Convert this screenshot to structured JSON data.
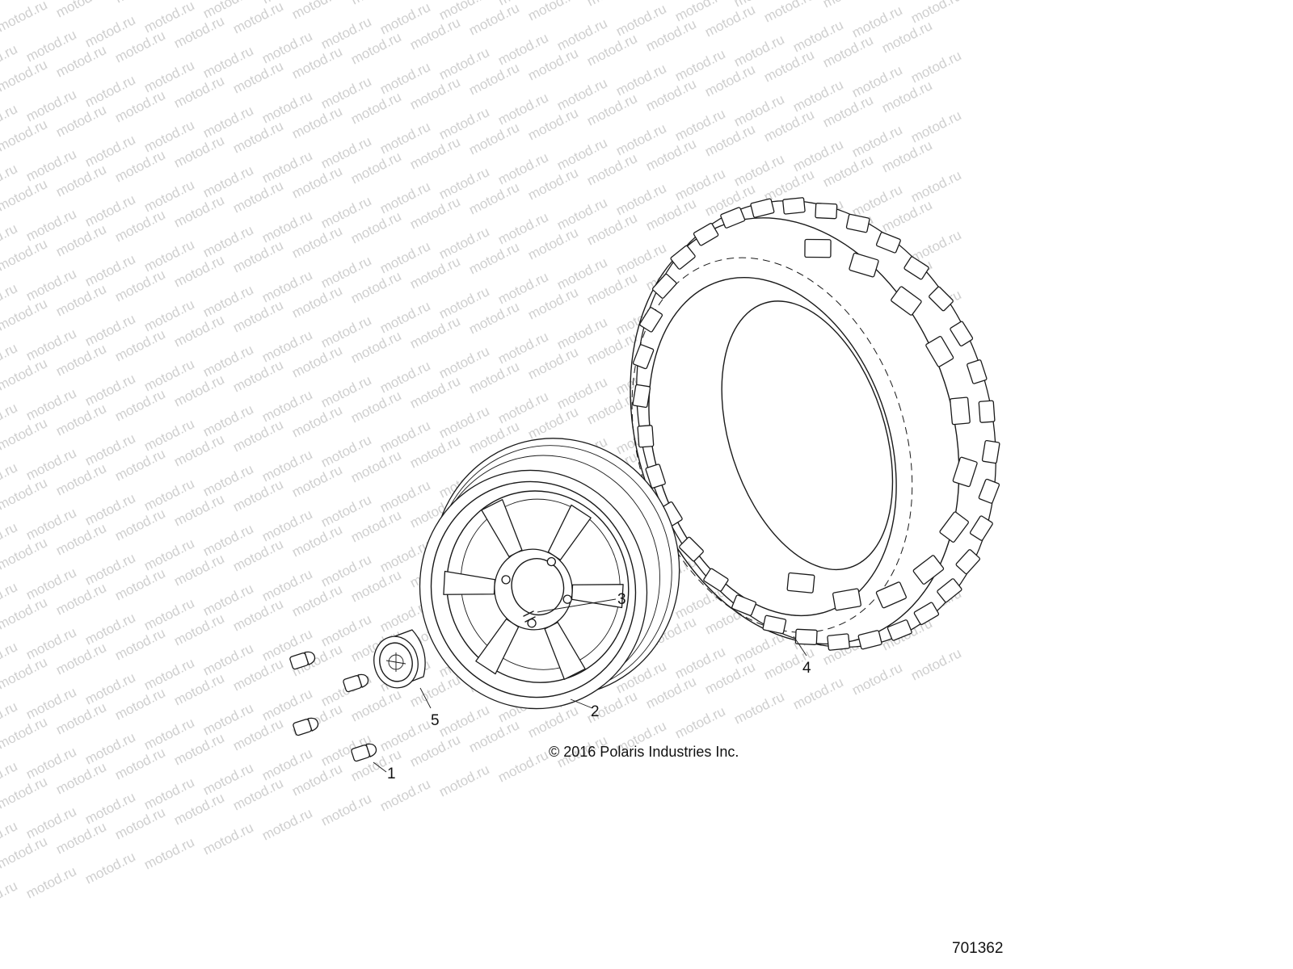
{
  "watermark": {
    "text": "motod.ru",
    "color": "#cfcfcf"
  },
  "callouts": [
    {
      "id": "1",
      "label": "1",
      "part": "lug-nut"
    },
    {
      "id": "2",
      "label": "2",
      "part": "wheel-rim"
    },
    {
      "id": "3",
      "label": "3",
      "part": "valve-stem"
    },
    {
      "id": "4",
      "label": "4",
      "part": "tire"
    },
    {
      "id": "5",
      "label": "5",
      "part": "center-hub-cap"
    }
  ],
  "copyright": "© 2016 Polaris Industries Inc.",
  "figure_number": "701362"
}
